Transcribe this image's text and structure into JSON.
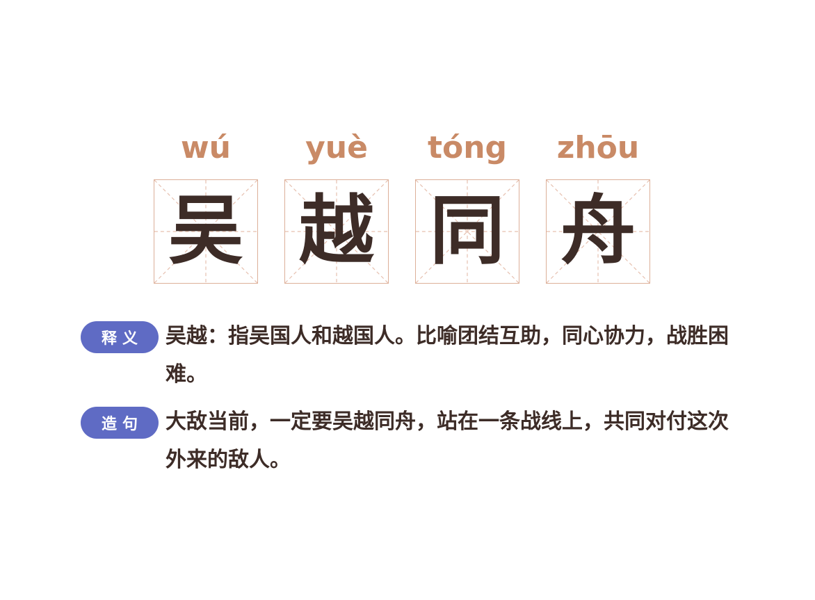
{
  "idiom": [
    {
      "pinyin": "wú",
      "char": "吴"
    },
    {
      "pinyin": "yuè",
      "char": "越"
    },
    {
      "pinyin": "tóng",
      "char": "同"
    },
    {
      "pinyin": "zhōu",
      "char": "舟"
    }
  ],
  "explanation": {
    "label": "释义",
    "text": "吴越：指吴国人和越国人。比喻团结互助，同心协力，战胜困难。"
  },
  "example": {
    "label": "造句",
    "text": "大敌当前，一定要吴越同舟，站在一条战线上，共同对付这次外来的敌人。"
  },
  "colors": {
    "pinyin": "#c98a66",
    "grid_border": "#dcaf98",
    "grid_dash": "#e6bfae",
    "hanzi": "#3d2c27",
    "badge": "#5f6bc4"
  }
}
